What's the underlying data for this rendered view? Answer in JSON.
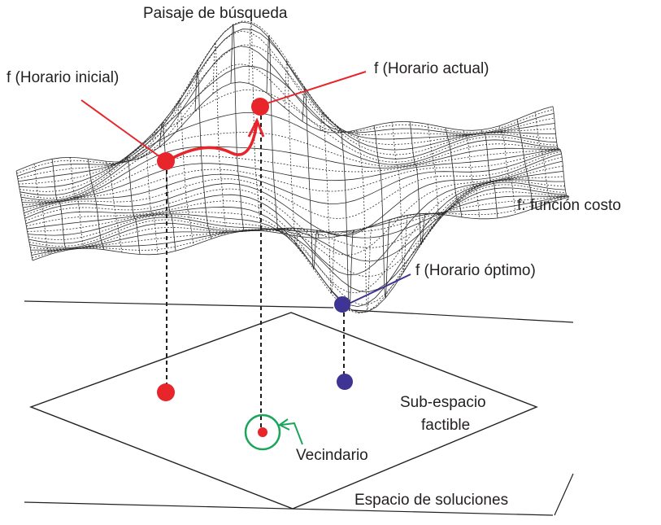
{
  "labels": {
    "title": "Paisaje de búsqueda",
    "initial": "f (Horario inicial)",
    "current": "f (Horario actual)",
    "cost_function": "f: función costo",
    "optimal": "f (Horario óptimo)",
    "feasible_line1": "Sub-espacio",
    "feasible_line2": "factible",
    "neighborhood": "Vecindario",
    "solution_space": "Espacio de soluciones"
  },
  "colors": {
    "initial_current_points": "#e8252a",
    "optimal_point": "#3d3494",
    "neighborhood": "#1aa55a",
    "lines": "#231f20",
    "surface": "#2b2b2b"
  }
}
